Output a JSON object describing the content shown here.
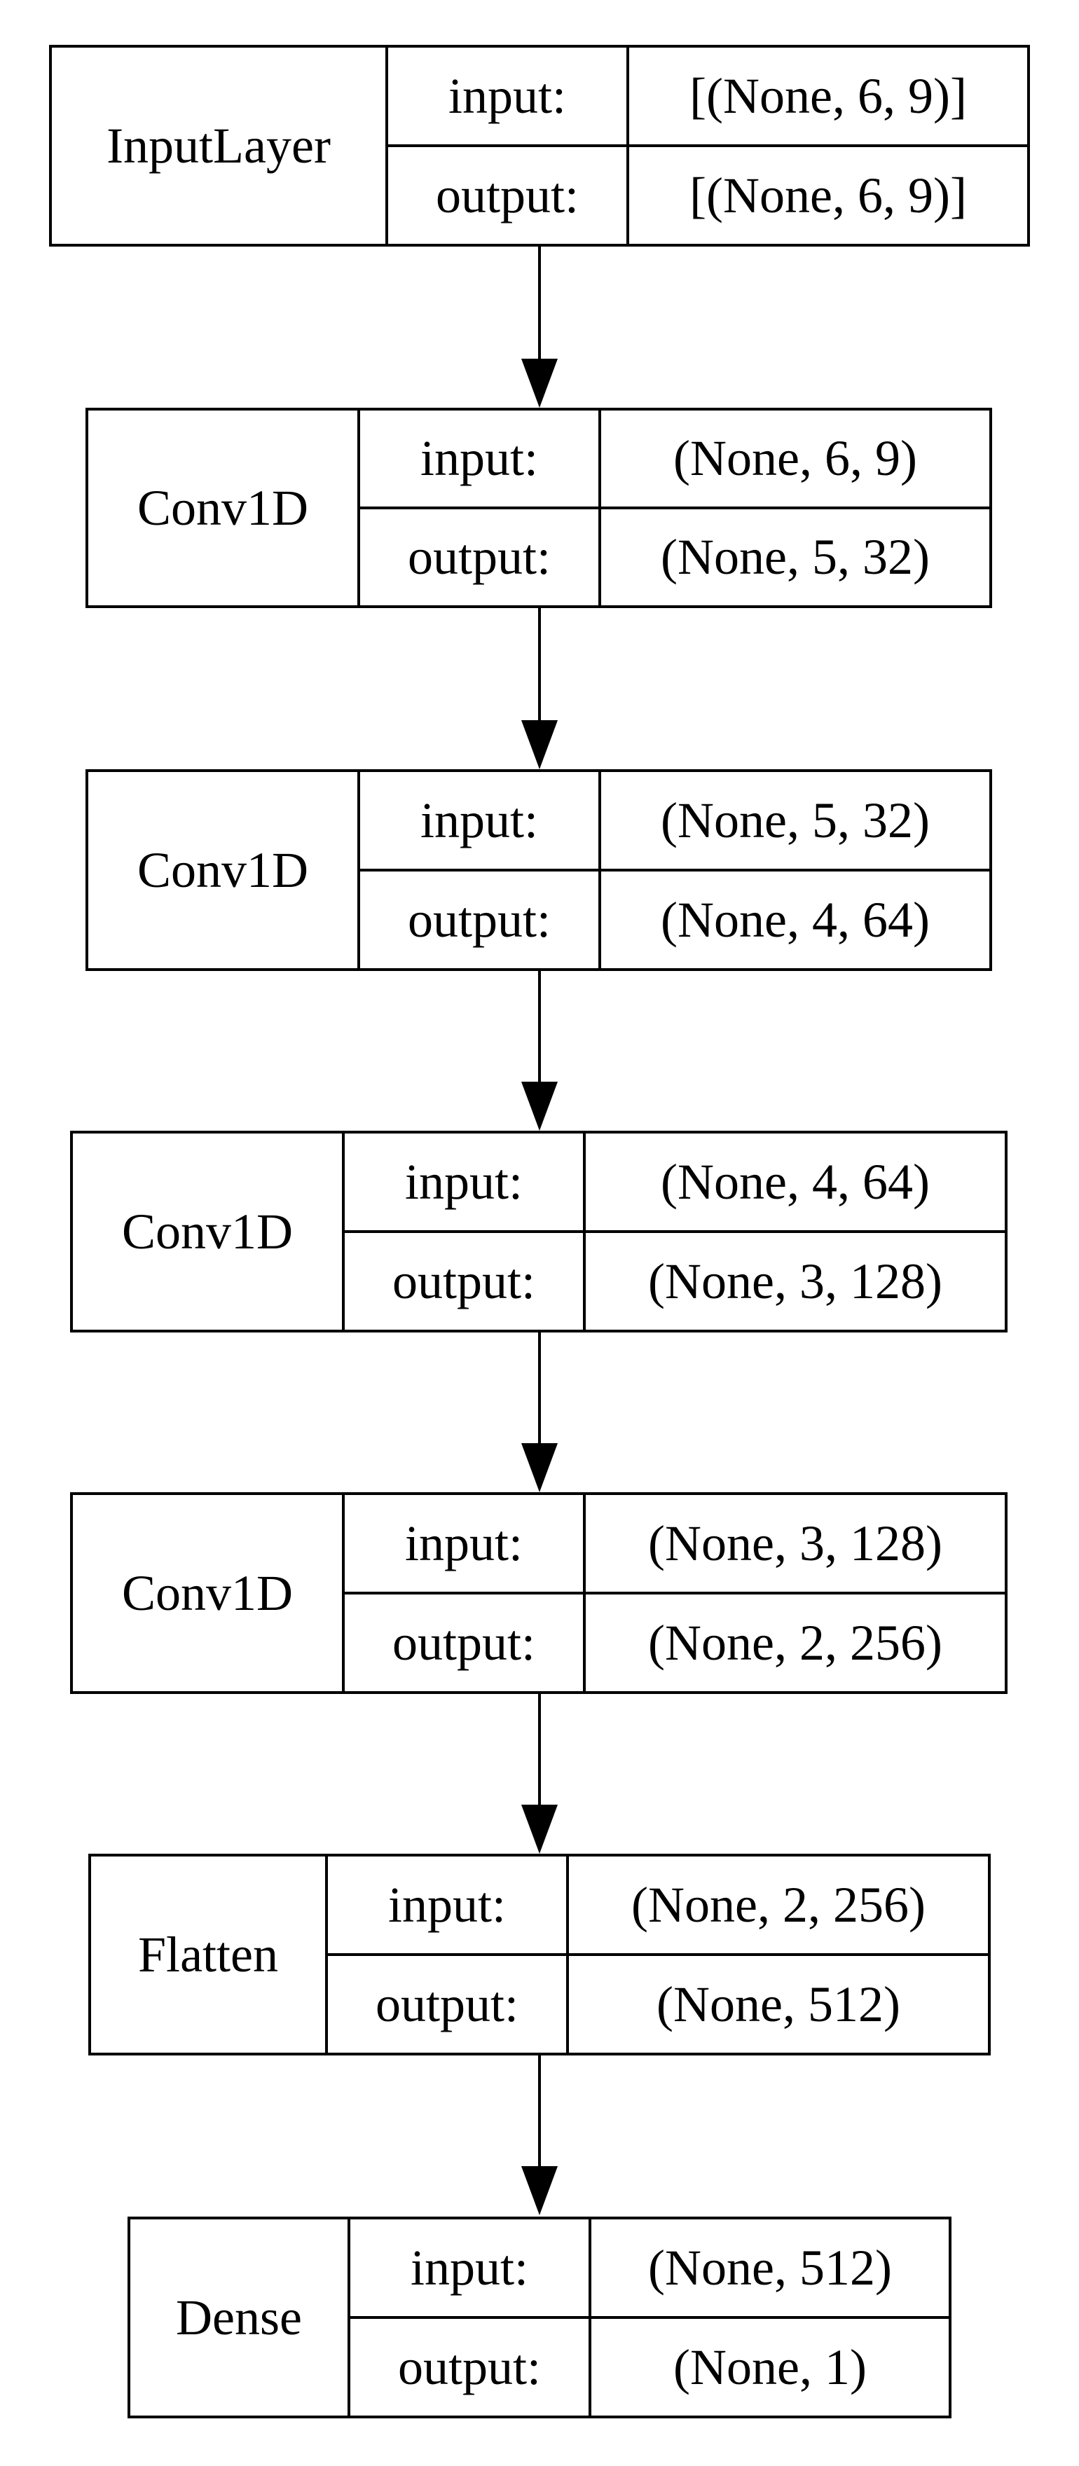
{
  "diagram": {
    "layers": [
      {
        "name": "InputLayer",
        "input_label": "input:",
        "output_label": "output:",
        "input_value": "[(None, 6, 9)]",
        "output_value": "[(None, 6, 9)]"
      },
      {
        "name": "Conv1D",
        "input_label": "input:",
        "output_label": "output:",
        "input_value": "(None, 6, 9)",
        "output_value": "(None, 5, 32)"
      },
      {
        "name": "Conv1D",
        "input_label": "input:",
        "output_label": "output:",
        "input_value": "(None, 5, 32)",
        "output_value": "(None, 4, 64)"
      },
      {
        "name": "Conv1D",
        "input_label": "input:",
        "output_label": "output:",
        "input_value": "(None, 4, 64)",
        "output_value": "(None, 3, 128)"
      },
      {
        "name": "Conv1D",
        "input_label": "input:",
        "output_label": "output:",
        "input_value": "(None, 3, 128)",
        "output_value": "(None, 2, 256)"
      },
      {
        "name": "Flatten",
        "input_label": "input:",
        "output_label": "output:",
        "input_value": "(None, 2, 256)",
        "output_value": "(None, 512)"
      },
      {
        "name": "Dense",
        "input_label": "input:",
        "output_label": "output:",
        "input_value": "(None, 512)",
        "output_value": "(None, 1)"
      }
    ]
  }
}
